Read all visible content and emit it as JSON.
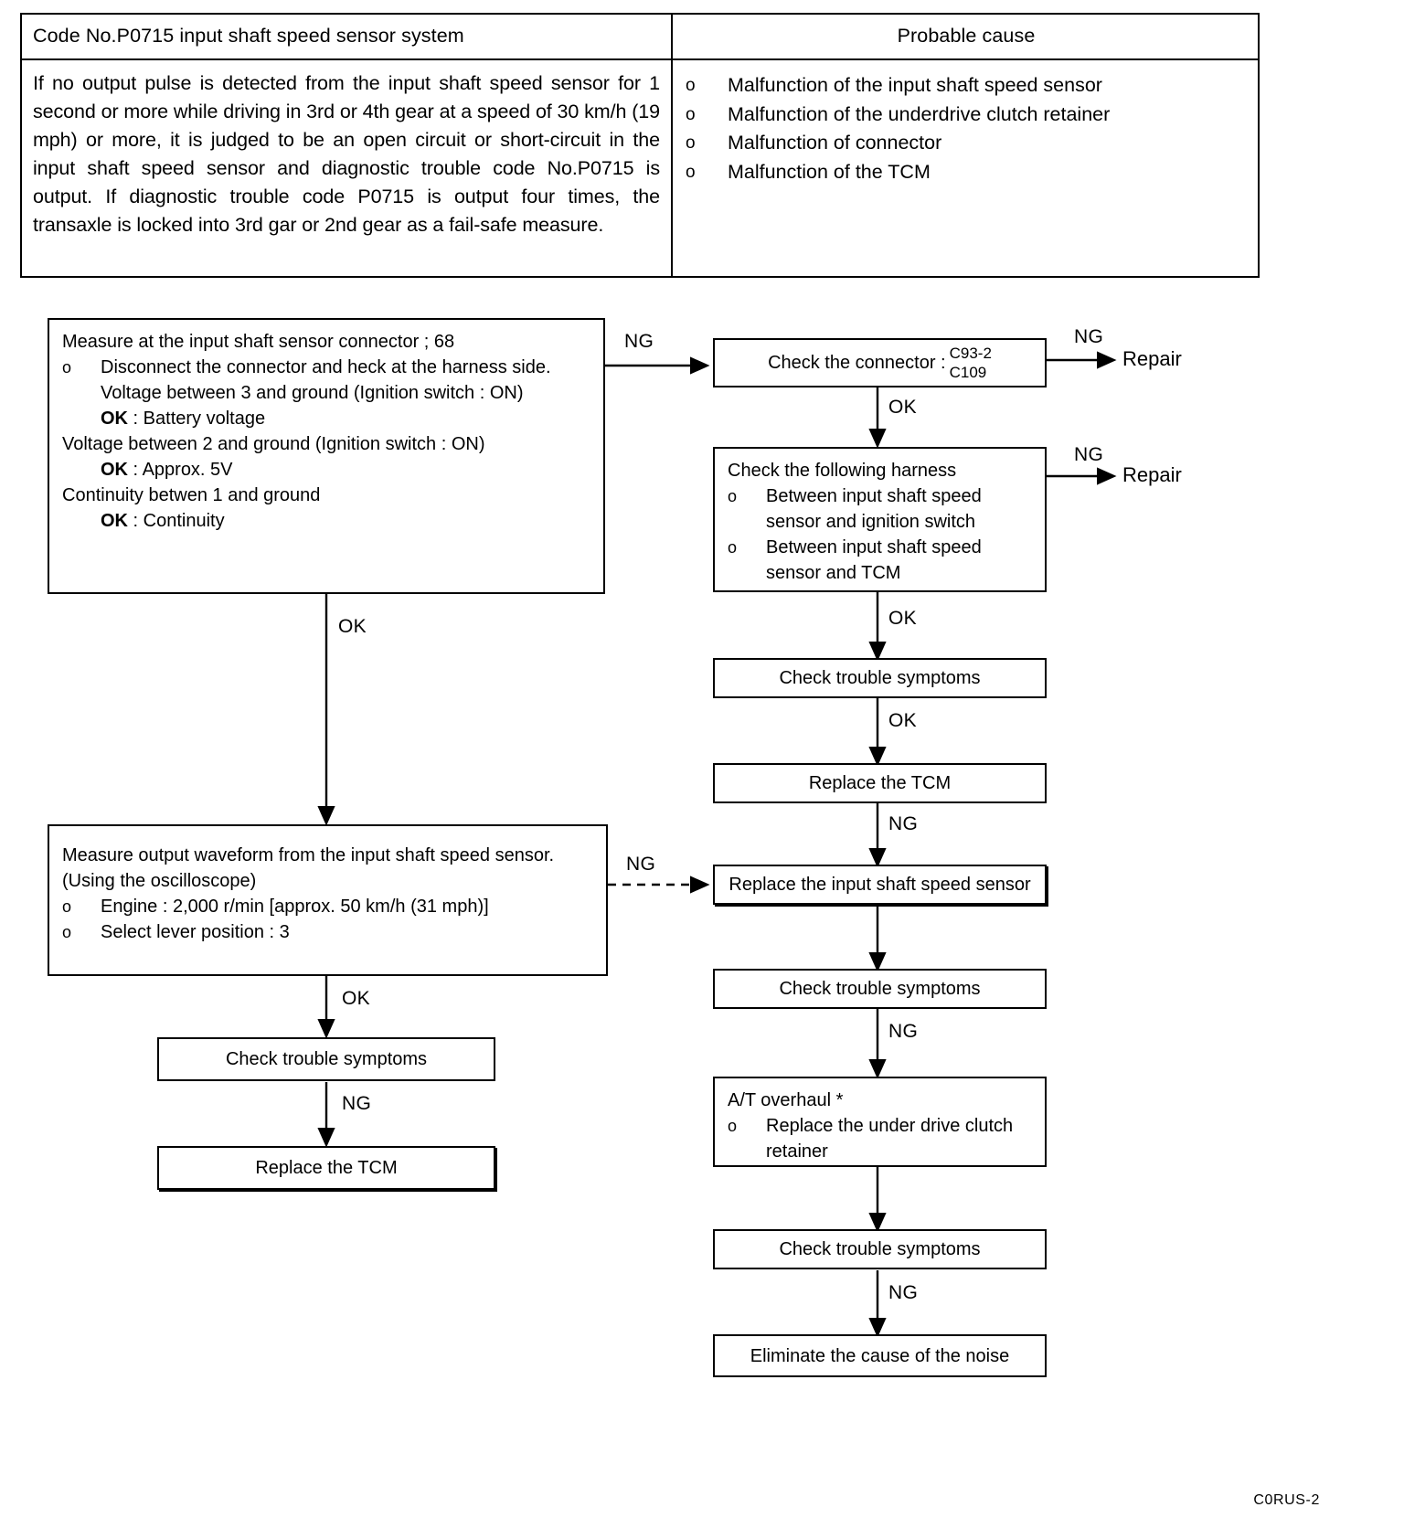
{
  "table": {
    "header_left": "Code No.P0715 input shaft speed sensor system",
    "header_right": "Probable cause",
    "description": "If no output pulse is detected from the input shaft speed sensor for 1 second or more while driving in 3rd or 4th gear at a speed of 30 km/h (19 mph) or more, it is judged to be an open circuit or short-circuit in the input shaft speed sensor and diagnostic trouble code No.P0715 is output. If diagnostic trouble code P0715 is output four times, the transaxle is locked into 3rd gar or 2nd gear as a fail-safe measure.",
    "bullet": "o",
    "causes": [
      "Malfunction of the input shaft speed sensor",
      "Malfunction of the underdrive clutch retainer",
      "Malfunction of connector",
      "Malfunction of the TCM"
    ]
  },
  "flow": {
    "measure_connector": {
      "title": "Measure at the input shaft sensor connector ; 68",
      "bullet": "o",
      "line_disconnect": "Disconnect the connector and heck at the harness side.",
      "line_voltage3": "Voltage between 3 and ground (Ignition switch : ON)",
      "ok3_label": "OK",
      "ok3_value": " : Battery voltage",
      "line_voltage2": "Voltage between 2 and ground (Ignition switch : ON)",
      "ok2_label": "OK",
      "ok2_value": " : Approx. 5V",
      "line_continuity": "Continuity betwen 1 and ground",
      "ok1_label": "OK",
      "ok1_value": " : Continuity"
    },
    "check_connector": {
      "text": "Check the connector : ",
      "code1": "C93-2",
      "code2": "C109"
    },
    "check_harness": {
      "title": "Check the following harness",
      "bullet": "o",
      "item1_line1": "Between input shaft speed",
      "item1_line2": "sensor and ignition switch",
      "item2_line1": "Between input shaft speed",
      "item2_line2": "sensor and TCM"
    },
    "measure_waveform": {
      "line1": "Measure output waveform from the input shaft speed sensor.",
      "line2": "(Using the oscilloscope)",
      "bullet": "o",
      "item1": "Engine : 2,000 r/min [approx. 50 km/h (31 mph)]",
      "item2": "Select lever position : 3"
    },
    "at_overhaul": {
      "title": "A/T overhaul *",
      "bullet": "o",
      "item_line1": "Replace the under drive clutch",
      "item_line2": "retainer"
    },
    "repair_1": "Repair",
    "repair_2": "Repair",
    "check_trouble_symptoms_r1": "Check trouble symptoms",
    "replace_tcm_r1": "Replace the TCM",
    "replace_sensor": "Replace the input shaft speed sensor",
    "check_trouble_symptoms_r2": "Check trouble symptoms",
    "check_trouble_symptoms_r3": "Check trouble symptoms",
    "eliminate_noise": "Eliminate the cause of the noise",
    "check_trouble_symptoms_l": "Check trouble symptoms",
    "replace_tcm_l": "Replace the TCM",
    "labels": {
      "ng_1": "NG",
      "ng_2": "NG",
      "ng_3": "NG",
      "ng_4": "NG",
      "ng_5": "NG",
      "ng_6": "NG",
      "ng_7": "NG",
      "ng_8": "NG",
      "ok_1": "OK",
      "ok_2": "OK",
      "ok_3": "OK",
      "ok_4": "OK",
      "ok_5": "OK"
    }
  },
  "footer": {
    "code": "C0RUS-2"
  }
}
